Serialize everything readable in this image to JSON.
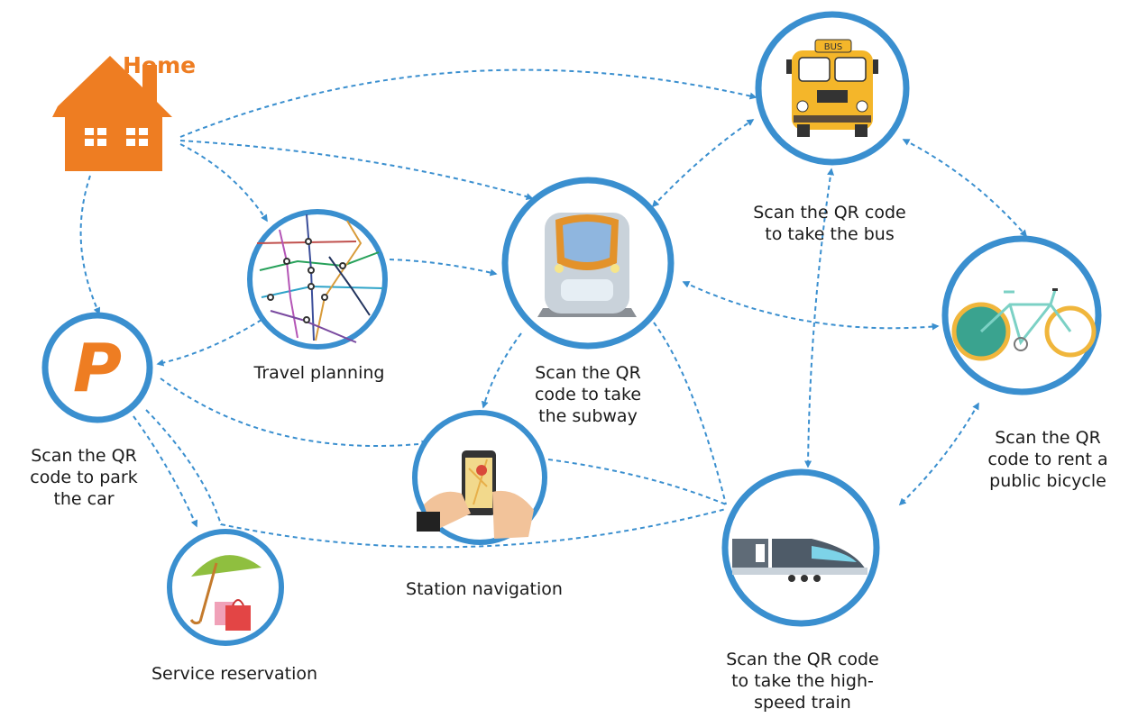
{
  "colors": {
    "ring": "#3a8fcf",
    "arrow": "#3a8fcf",
    "home": "#ee7d22",
    "label": "#1a1a1a"
  },
  "home": {
    "title": "Home",
    "icon": "house-icon"
  },
  "nodes": {
    "travel_planning": {
      "label": "Travel planning",
      "icon": "metro-map-icon"
    },
    "subway": {
      "label_lines": [
        "Scan the QR",
        "code to take",
        "the subway"
      ],
      "icon": "subway-train-icon"
    },
    "bus": {
      "label_lines": [
        "Scan the QR code",
        "to take the bus"
      ],
      "icon": "school-bus-icon",
      "sign": "BUS"
    },
    "bicycle": {
      "label_lines": [
        "Scan the QR",
        "code to rent a",
        "public bicycle"
      ],
      "icon": "bicycle-icon"
    },
    "parking": {
      "label_lines": [
        "Scan the QR",
        "code to park",
        "the car"
      ],
      "icon": "parking-icon",
      "glyph": "P"
    },
    "station_navigation": {
      "label": "Station navigation",
      "icon": "phone-map-icon"
    },
    "service_reservation": {
      "label": "Service reservation",
      "icon": "umbrella-shopping-icon"
    },
    "high_speed_train": {
      "label_lines": [
        "Scan the QR code",
        "to take the high-",
        "speed train"
      ],
      "icon": "high-speed-train-icon"
    }
  }
}
